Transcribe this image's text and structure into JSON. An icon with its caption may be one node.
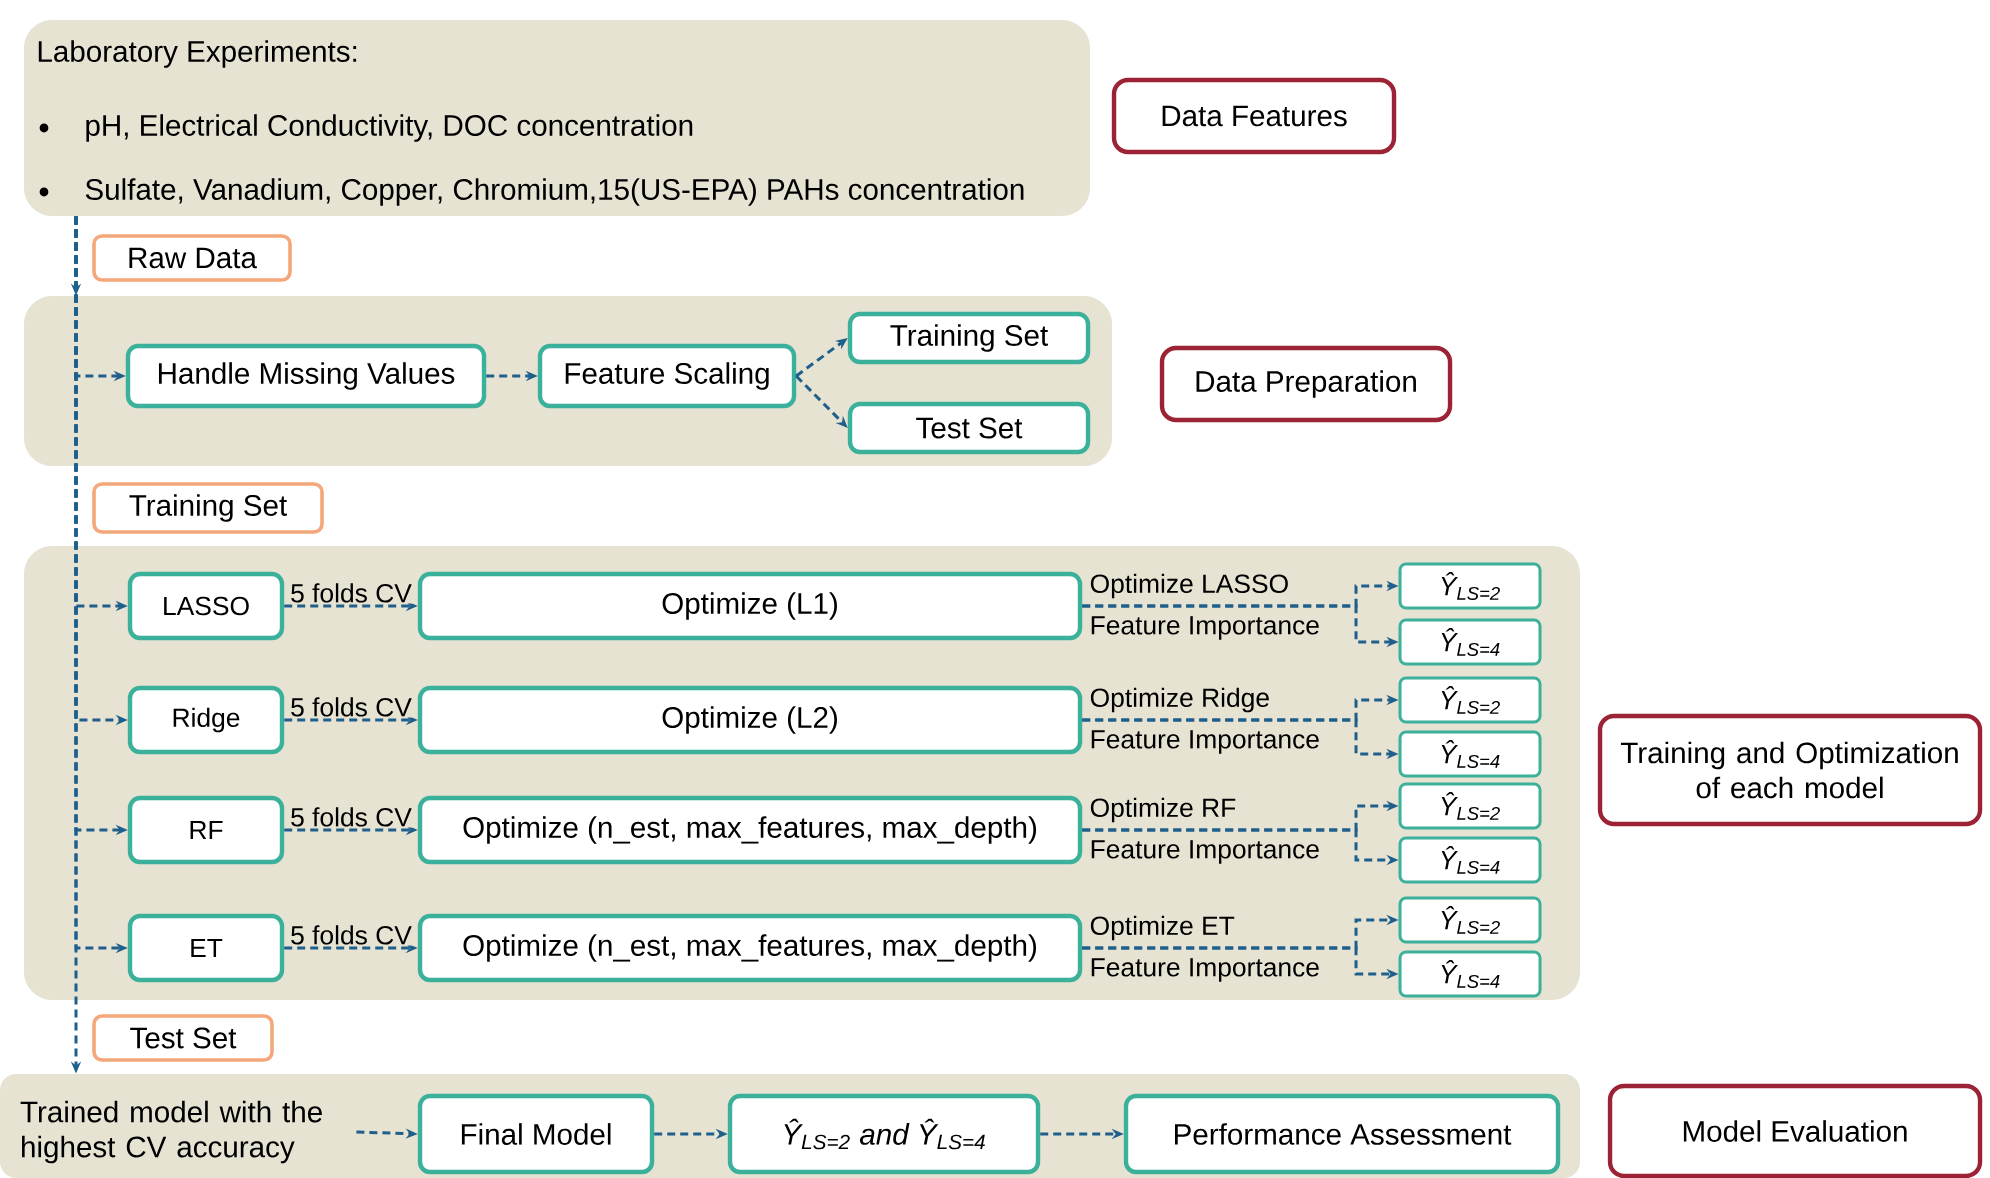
{
  "diagram": {
    "nodes": [
      {
        "text": [
          "Laboratory Experiments:",
          "pH, Electrical Conductivity, DOC concentration",
          "Sulfate, Vanadium, Copper, Chromium,15(US-EPA) PAHs concentration"
        ]
      },
      {
        "text": [
          "Data Features"
        ]
      },
      {
        "text": [
          "Raw Data"
        ]
      },
      {
        "text": [],
        "shape": "box"
      },
      {
        "text": [
          "Handle Missing Values"
        ],
        "in": 3
      },
      {
        "text": [
          "Feature Scaling"
        ],
        "in": 3
      },
      {
        "text": [
          "Training Set"
        ],
        "in": 3
      },
      {
        "text": [
          "Test Set"
        ],
        "in": 3
      },
      {
        "text": [
          "Data Preparation"
        ]
      },
      {
        "text": [
          "Training Set"
        ]
      },
      {
        "text": [],
        "shape": "box"
      },
      {
        "text": [
          "LASSO"
        ],
        "in": 10
      },
      {
        "text": [
          "Optimize (L1)"
        ],
        "in": 10
      },
      {
        "text": [
          "Ŷ$_{LS=2}$"
        ],
        "in": 10
      },
      {
        "text": [
          "Ŷ$_{LS=4}$"
        ],
        "in": 10
      },
      {
        "text": [
          "Ridge"
        ],
        "in": 10
      },
      {
        "text": [
          "Optimize (L2)"
        ],
        "in": 10
      },
      {
        "text": [
          "Ŷ$_{LS=2}$"
        ],
        "in": 10
      },
      {
        "text": [
          "Ŷ$_{LS=4}$"
        ],
        "in": 10
      },
      {
        "text": [
          "RF"
        ],
        "in": 10
      },
      {
        "text": [
          "Optimize (n_est, max_features, max_depth)"
        ],
        "in": 10
      },
      {
        "text": [
          "Ŷ$_{LS=2}$"
        ],
        "in": 10
      },
      {
        "text": [
          "Ŷ$_{LS=4}$"
        ],
        "in": 10
      },
      {
        "text": [
          "ET"
        ],
        "in": 10
      },
      {
        "text": [
          "Optimize (n_est, max_features, max_depth)"
        ],
        "in": 10
      },
      {
        "text": [
          "Ŷ$_{LS=2}$"
        ],
        "in": 10
      },
      {
        "text": [
          "Ŷ$_{LS=4}$"
        ],
        "in": 10
      },
      {
        "text": [
          "Training and Optimization of each model"
        ]
      },
      {
        "text": [
          "Test Set"
        ]
      },
      {
        "text": [],
        "shape": "box"
      },
      {
        "text": [
          "Trained model with the highest CV accuracy"
        ],
        "in": 29
      },
      {
        "text": [
          "Final Model"
        ],
        "in": 29
      },
      {
        "text": [
          "Ŷ$_{LS=2}$ and Ŷ$_{LS=4}$"
        ],
        "in": 29
      },
      {
        "text": [
          "Performance Assessment"
        ],
        "in": 29
      },
      {
        "text": [
          "Model Evaluation"
        ]
      }
    ],
    "edges": [
      {
        "from": 0,
        "to": 3,
        "arrow": "to",
        "style": "dashed"
      },
      {
        "from": 0,
        "to": 4,
        "arrow": "to",
        "style": "dashed"
      },
      {
        "from": 4,
        "to": 5,
        "arrow": "to",
        "style": "dashed"
      },
      {
        "from": 5,
        "to": 6,
        "arrow": "to",
        "style": "dashed"
      },
      {
        "from": 5,
        "to": 7,
        "arrow": "to",
        "style": "dashed"
      },
      {
        "from": 0,
        "to": 11,
        "arrow": "to",
        "style": "dashed"
      },
      {
        "from": 11,
        "to": 12,
        "arrow": "to",
        "style": "dashed",
        "label": "5 folds CV"
      },
      {
        "from": 12,
        "to": 13,
        "arrow": "to",
        "style": "dashed",
        "label": "Optimize LASSO"
      },
      {
        "from": 12,
        "to": 14,
        "arrow": "to",
        "style": "dashed",
        "label": "Feature Importance"
      },
      {
        "from": 0,
        "to": 15,
        "arrow": "to",
        "style": "dashed"
      },
      {
        "from": 15,
        "to": 16,
        "arrow": "to",
        "style": "dashed",
        "label": "5 folds CV"
      },
      {
        "from": 16,
        "to": 17,
        "arrow": "to",
        "style": "dashed",
        "label": "Optimize Ridge"
      },
      {
        "from": 16,
        "to": 18,
        "arrow": "to",
        "style": "dashed",
        "label": "Feature Importance"
      },
      {
        "from": 0,
        "to": 19,
        "arrow": "to",
        "style": "dashed"
      },
      {
        "from": 19,
        "to": 20,
        "arrow": "to",
        "style": "dashed",
        "label": "5 folds CV"
      },
      {
        "from": 20,
        "to": 21,
        "arrow": "to",
        "style": "dashed",
        "label": "Optimize RF"
      },
      {
        "from": 20,
        "to": 22,
        "arrow": "to",
        "style": "dashed",
        "label": "Feature Importance"
      },
      {
        "from": 0,
        "to": 23,
        "arrow": "to",
        "style": "dashed"
      },
      {
        "from": 23,
        "to": 24,
        "arrow": "to",
        "style": "dashed",
        "label": "5 folds CV"
      },
      {
        "from": 24,
        "to": 25,
        "arrow": "to",
        "style": "dashed",
        "label": "Optimize ET"
      },
      {
        "from": 24,
        "to": 26,
        "arrow": "to",
        "style": "dashed",
        "label": "Feature Importance"
      },
      {
        "from": 0,
        "to": 29,
        "arrow": "to",
        "style": "dashed"
      },
      {
        "from": 30,
        "to": 31,
        "arrow": "to",
        "style": "dashed"
      },
      {
        "from": 31,
        "to": 32,
        "arrow": "to",
        "style": "dashed"
      },
      {
        "from": 32,
        "to": 33,
        "arrow": "to",
        "style": "dashed"
      }
    ]
  }
}
